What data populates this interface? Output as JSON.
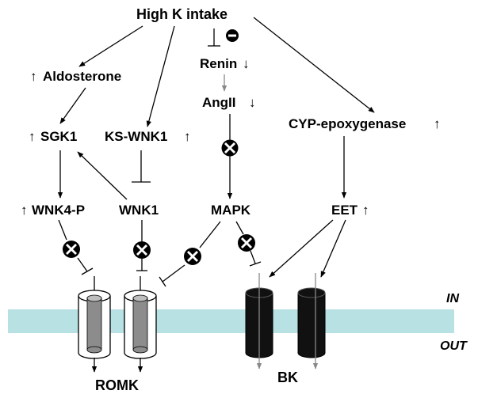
{
  "nodes": {
    "high_k_intake": "High K intake",
    "aldosterone": "Aldosterone",
    "sgk1": "SGK1",
    "ks_wnk1": "KS-WNK1",
    "wnk4p": "WNK4-P",
    "wnk1": "WNK1",
    "renin": "Renin",
    "angii": "AngII",
    "mapk": "MAPK",
    "cyp": "CYP-epoxygenase",
    "eet": "EET"
  },
  "membrane": {
    "in_label": "IN",
    "out_label": "OUT",
    "color": "#b7e1e3"
  },
  "channels": {
    "romk": "ROMK",
    "bk": "BK"
  },
  "colors": {
    "romk_cylinder": "#8c8c8c",
    "bk_cylinder": "#111111",
    "line": "#000000",
    "gray_arrow": "#888888"
  }
}
